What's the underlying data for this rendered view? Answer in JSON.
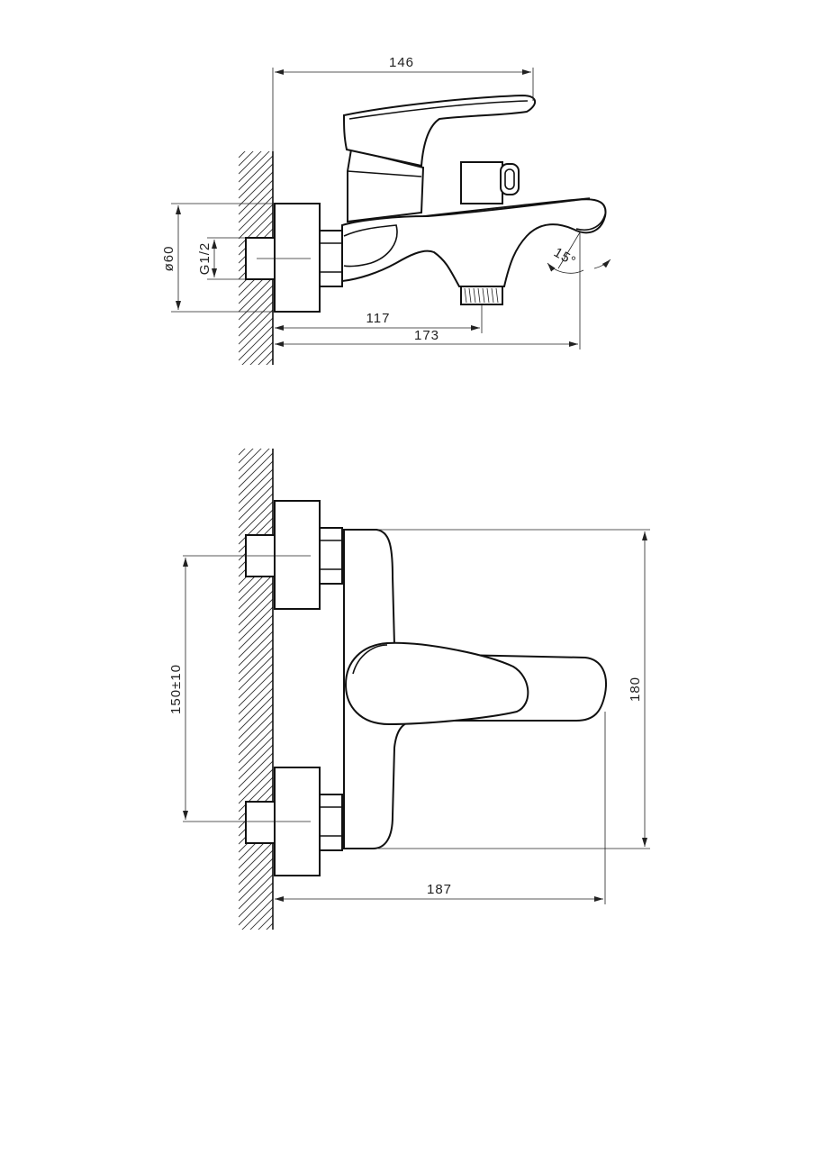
{
  "side_view": {
    "dim_top_width": "146",
    "dim_diameter": "ø60",
    "dim_thread": "G1/2",
    "dim_depth": "117",
    "dim_total": "173",
    "dim_angle": "15°"
  },
  "front_view": {
    "dim_spacing": "150±10",
    "dim_height": "180",
    "dim_width": "187"
  }
}
